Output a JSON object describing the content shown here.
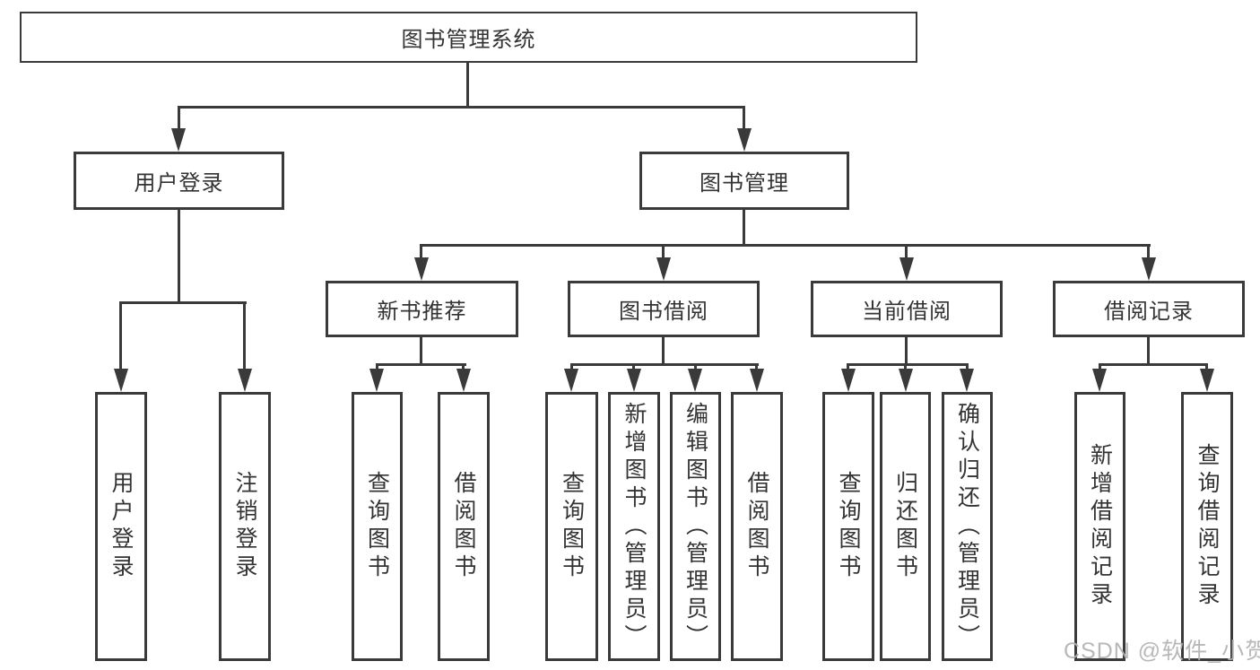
{
  "diagram_title": "图书管理系统",
  "watermark": "CSDN @软件_小贺同学",
  "colors": {
    "line": "#3a3a3a",
    "border": "#3a3a3a",
    "text": "#333333",
    "background": "#ffffff",
    "watermark": "#b2b2b2"
  },
  "root": {
    "label": "图书管理系统"
  },
  "level2": {
    "user_login": {
      "label": "用户登录"
    },
    "book_mgmt": {
      "label": "图书管理"
    }
  },
  "level3": {
    "new_book_rec": {
      "label": "新书推荐"
    },
    "book_borrow": {
      "label": "图书借阅"
    },
    "current_borrow": {
      "label": "当前借阅"
    },
    "borrow_record": {
      "label": "借阅记录"
    }
  },
  "leaves": {
    "user_login": {
      "label": "用户登录"
    },
    "logout": {
      "label": "注销登录"
    },
    "rec_query_book": {
      "label": "查询图书"
    },
    "rec_borrow_book": {
      "label": "借阅图书"
    },
    "bb_query_book": {
      "label": "查询图书"
    },
    "bb_add_book": {
      "label": "新增图书（管理员）"
    },
    "bb_edit_book": {
      "label": "编辑图书（管理员）"
    },
    "bb_borrow_book": {
      "label": "借阅图书"
    },
    "cb_query_book": {
      "label": "查询图书"
    },
    "cb_return_book": {
      "label": "归还图书"
    },
    "cb_confirm_return": {
      "label": "确认归还（管理员）"
    },
    "br_add_record": {
      "label": "新增借阅记录"
    },
    "br_query_record": {
      "label": "查询借阅记录"
    }
  }
}
